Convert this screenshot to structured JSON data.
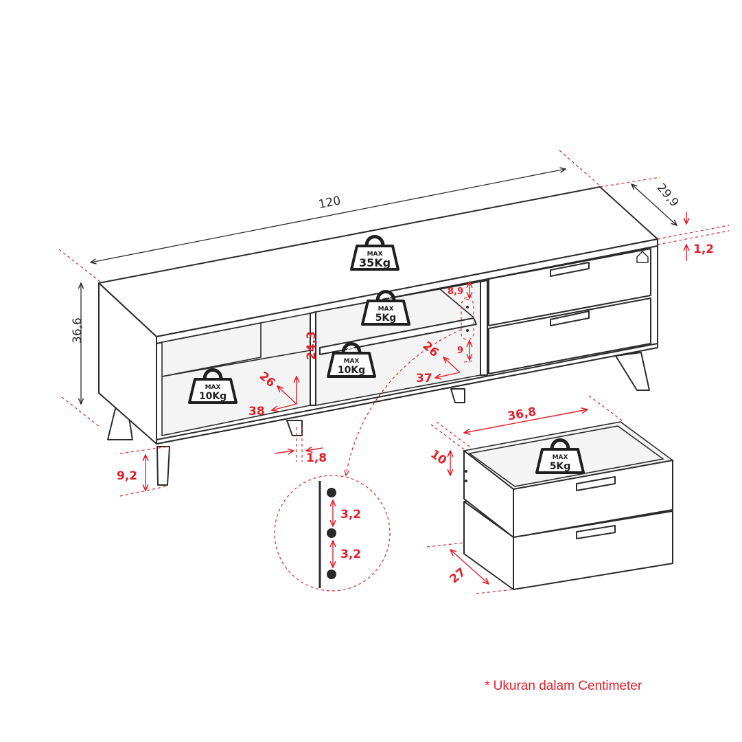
{
  "dimensions": {
    "width": "120",
    "depth": "29,9",
    "height": "36,6",
    "top_thickness": "1,2",
    "leg_height": "9,2",
    "panel_thickness": "1,8",
    "left_shelf_width": "38",
    "left_shelf_depth": "26",
    "left_shelf_height": "24,3",
    "center_shelf_width": "37",
    "center_shelf_depth": "26",
    "center_shelf_gap_top": "8,9",
    "center_shelf_gap_bottom": "9",
    "drawer_width": "36,8",
    "drawer_height": "10",
    "drawer_depth": "27",
    "hole_spacing_1": "3,2",
    "hole_spacing_2": "3,2"
  },
  "weights": {
    "top": {
      "label": "MAX",
      "value": "35Kg"
    },
    "center_upper": {
      "label": "MAX",
      "value": "5Kg"
    },
    "center_lower": {
      "label": "MAX",
      "value": "10Kg"
    },
    "left_bottom": {
      "label": "MAX",
      "value": "10Kg"
    },
    "drawer": {
      "label": "MAX",
      "value": "5Kg"
    }
  },
  "footnote": "* Ukuran dalam Centimeter",
  "colors": {
    "accent_red": "#e0202a",
    "line_dark": "#2a2a2a",
    "text_dark": "#2b2b2b"
  }
}
